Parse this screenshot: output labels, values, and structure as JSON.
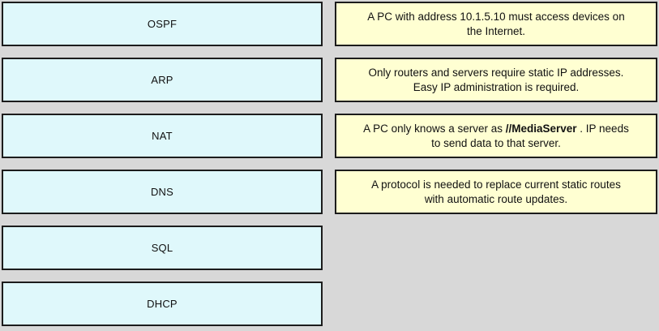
{
  "theme": {
    "background_color": "#d8d8d8",
    "protocol_box_color": "#dff8fb",
    "description_box_color": "#ffffd2",
    "border_color": "#1c1c1c",
    "text_color": "#111111"
  },
  "protocols": {
    "items": [
      {
        "label": "OSPF"
      },
      {
        "label": "ARP"
      },
      {
        "label": "NAT"
      },
      {
        "label": "DNS"
      },
      {
        "label": "SQL"
      },
      {
        "label": "DHCP"
      }
    ]
  },
  "descriptions": {
    "items": [
      {
        "text": "A PC with address 10.1.5.10 must access devices on\nthe Internet."
      },
      {
        "text": "Only routers and servers require static IP addresses.\nEasy IP administration is required."
      },
      {
        "prefix": "A PC only knows a server as ",
        "bold": "//MediaServer",
        "suffix": " . IP needs\nto send data to that server."
      },
      {
        "text": "A protocol is needed to replace current static routes\nwith automatic route updates."
      }
    ]
  }
}
